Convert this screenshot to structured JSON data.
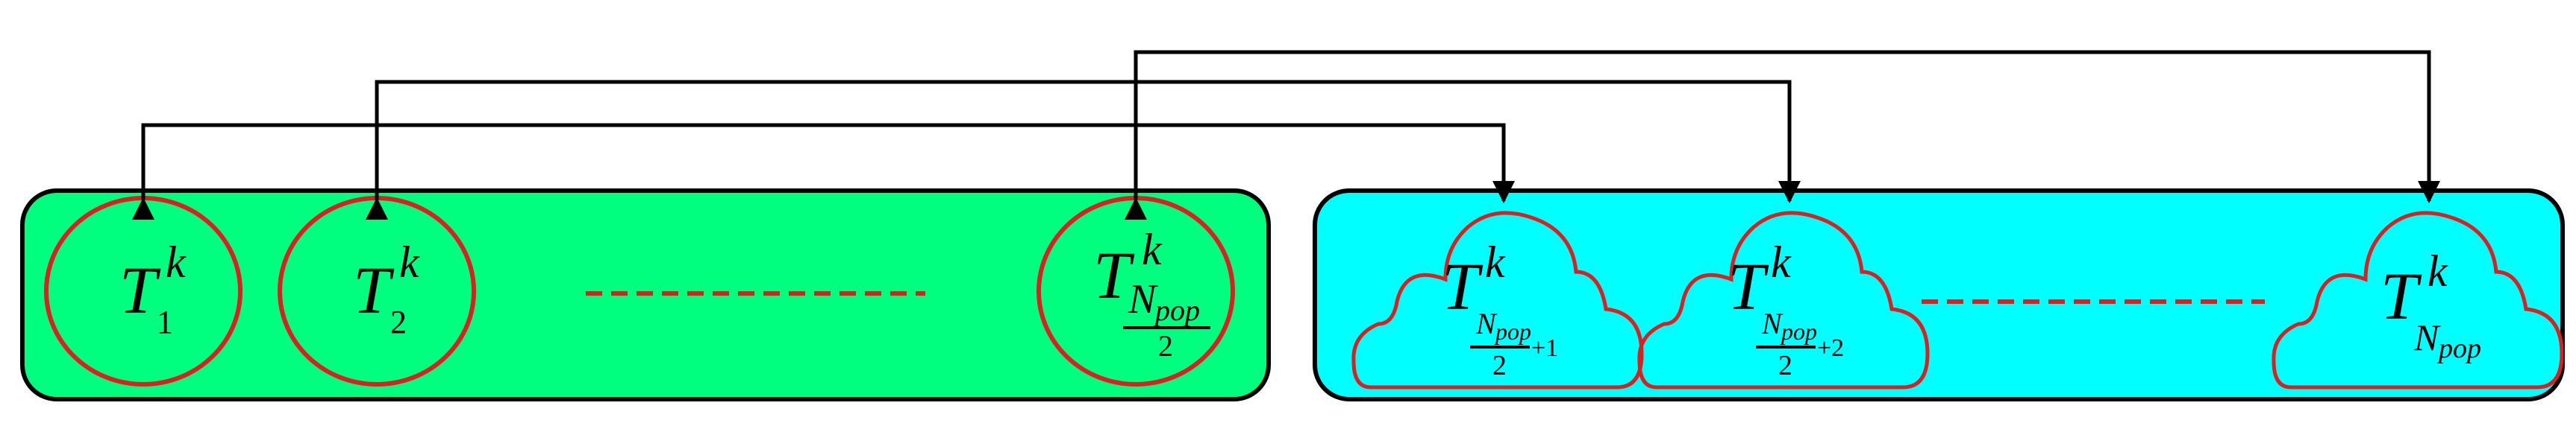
{
  "colors": {
    "left_panel_fill": "#00ff7f",
    "right_panel_fill": "#00ffff",
    "panel_border": "#000000",
    "node_stroke": "#dd1f1f",
    "dashed_line": "#dd1f1f",
    "connector": "#000000"
  },
  "left_group": {
    "shape": "circle",
    "nodes": [
      {
        "main": "T",
        "sup": "k",
        "sub": "1"
      },
      {
        "main": "T",
        "sup": "k",
        "sub": "2"
      },
      {
        "main": "T",
        "sup": "k",
        "sub_base": "N",
        "sub_sub": "pop",
        "sub_denominator": "2"
      }
    ]
  },
  "right_group": {
    "shape": "cloud",
    "nodes": [
      {
        "main": "T",
        "sup": "k",
        "frac_num": "N",
        "frac_num_sub": "pop",
        "frac_den": "2",
        "frac_tail": "+1"
      },
      {
        "main": "T",
        "sup": "k",
        "frac_num": "N",
        "frac_num_sub": "pop",
        "frac_den": "2",
        "frac_tail": "+2"
      },
      {
        "main": "T",
        "sup": "k",
        "sub_base": "N",
        "sub_sub": "pop"
      }
    ]
  },
  "connections": [
    {
      "from": "left-node-1",
      "to": "right-node-1"
    },
    {
      "from": "left-node-2",
      "to": "right-node-2"
    },
    {
      "from": "left-node-3",
      "to": "right-node-3"
    }
  ]
}
